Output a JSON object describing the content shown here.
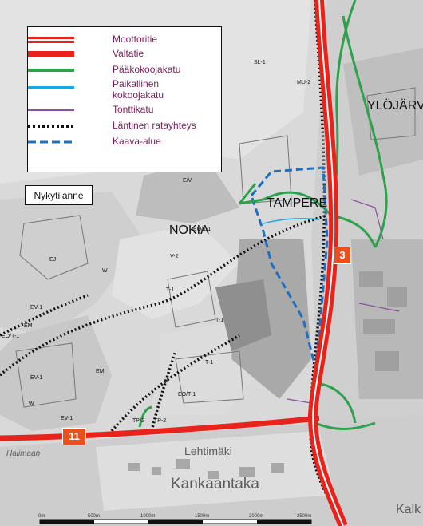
{
  "legend": {
    "items": [
      {
        "label": "Moottoritie",
        "style": "double-red"
      },
      {
        "label": "Valtatie",
        "style": "thick-red"
      },
      {
        "label": "Pääkokoojakatu",
        "style": "green"
      },
      {
        "label": "Paikallinen kokoojakatu",
        "style": "light-blue"
      },
      {
        "label": "Tonttikatu",
        "style": "purple"
      },
      {
        "label": "Läntinen ratayhteys",
        "style": "black-dotted"
      },
      {
        "label": "Kaava-alue",
        "style": "blue-dashed"
      }
    ]
  },
  "status_label": "Nykytilanne",
  "places": {
    "tampere": "TAMPERE",
    "nokia": "NOKIA",
    "ylojarvi": "YLÖJÄRV",
    "kankaantaka": "Kankaantaka",
    "lentimaki": "Lehtimäki",
    "halimaa": "Halimaan",
    "kalk": "Kalk"
  },
  "roads": {
    "motorway_number": "3",
    "highway_number": "11"
  },
  "zone_labels": [
    "V-2",
    "T-1",
    "T-1",
    "T-1",
    "EV-1",
    "EV-1",
    "EV-1",
    "EO/T-1",
    "EO/T-1",
    "EO/T-1",
    "EM",
    "EM",
    "EJ",
    "W",
    "W",
    "MU-2",
    "TP-2",
    "TP-2",
    "E/V",
    "SL-1"
  ],
  "scale": {
    "labels": [
      "0m",
      "500m",
      "1000m",
      "1500m",
      "2000m",
      "2500m"
    ]
  },
  "colors": {
    "motorway": "#e8231b",
    "collector": "#2ca24b",
    "local": "#19a8e0",
    "plot_road": "#8a4fa0",
    "rail": "#111111",
    "plan_area": "#1f6fc1",
    "shield": "#e8501e"
  }
}
